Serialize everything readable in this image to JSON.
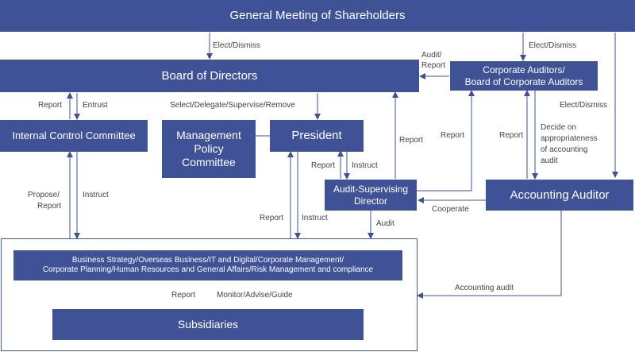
{
  "boxes": {
    "gms": "General Meeting of Shareholders",
    "board": "Board of Directors",
    "auditors_1": "Corporate Auditors/",
    "auditors_2": "Board of Corporate Auditors",
    "icc": "Internal Control Committee",
    "mpc_1": "Management",
    "mpc_2": "Policy",
    "mpc_3": "Committee",
    "president": "President",
    "asd_1": "Audit-Supervising",
    "asd_2": "Director",
    "accounting_auditor": "Accounting Auditor",
    "business_1": "Business Strategy/Overseas Business/IT and Digital/Corporate Management/",
    "business_2": "Corporate Planning/Human Resources and General Affairs/Risk Management and compliance",
    "subsidiaries": "Subsidiaries"
  },
  "labels": {
    "elect_dismiss": "Elect/Dismiss",
    "elect_dismiss_auditors": "Elect/Dismiss",
    "elect_dismiss_acc": "Elect/Dismiss",
    "audit_report_1": "Audit/",
    "audit_report_2": "Report",
    "report_icc": "Report",
    "entrust": "Entrust",
    "select_delegate": "Select/Delegate/Supervise/Remove",
    "report_asd_board": "Report",
    "report_asd_auditors": "Report",
    "report_acc_auditors": "Report",
    "decide_1": "Decide on",
    "decide_2": "appropriateness",
    "decide_3": "of accounting",
    "decide_4": "audit",
    "report_pres_asd": "Report",
    "instruct_pres_asd": "Instruct",
    "propose_1": "Propose/",
    "propose_2": "Report",
    "instruct_icc": "Instruct",
    "report_pres": "Report",
    "instruct_pres": "Instruct",
    "audit": "Audit",
    "cooperate": "Cooperate",
    "accounting_audit": "Accounting audit",
    "report_sub": "Report",
    "monitor": "Monitor/Advise/Guide"
  },
  "colors": {
    "box": "#3f5295",
    "line": "#3f5295",
    "label": "#444444"
  }
}
